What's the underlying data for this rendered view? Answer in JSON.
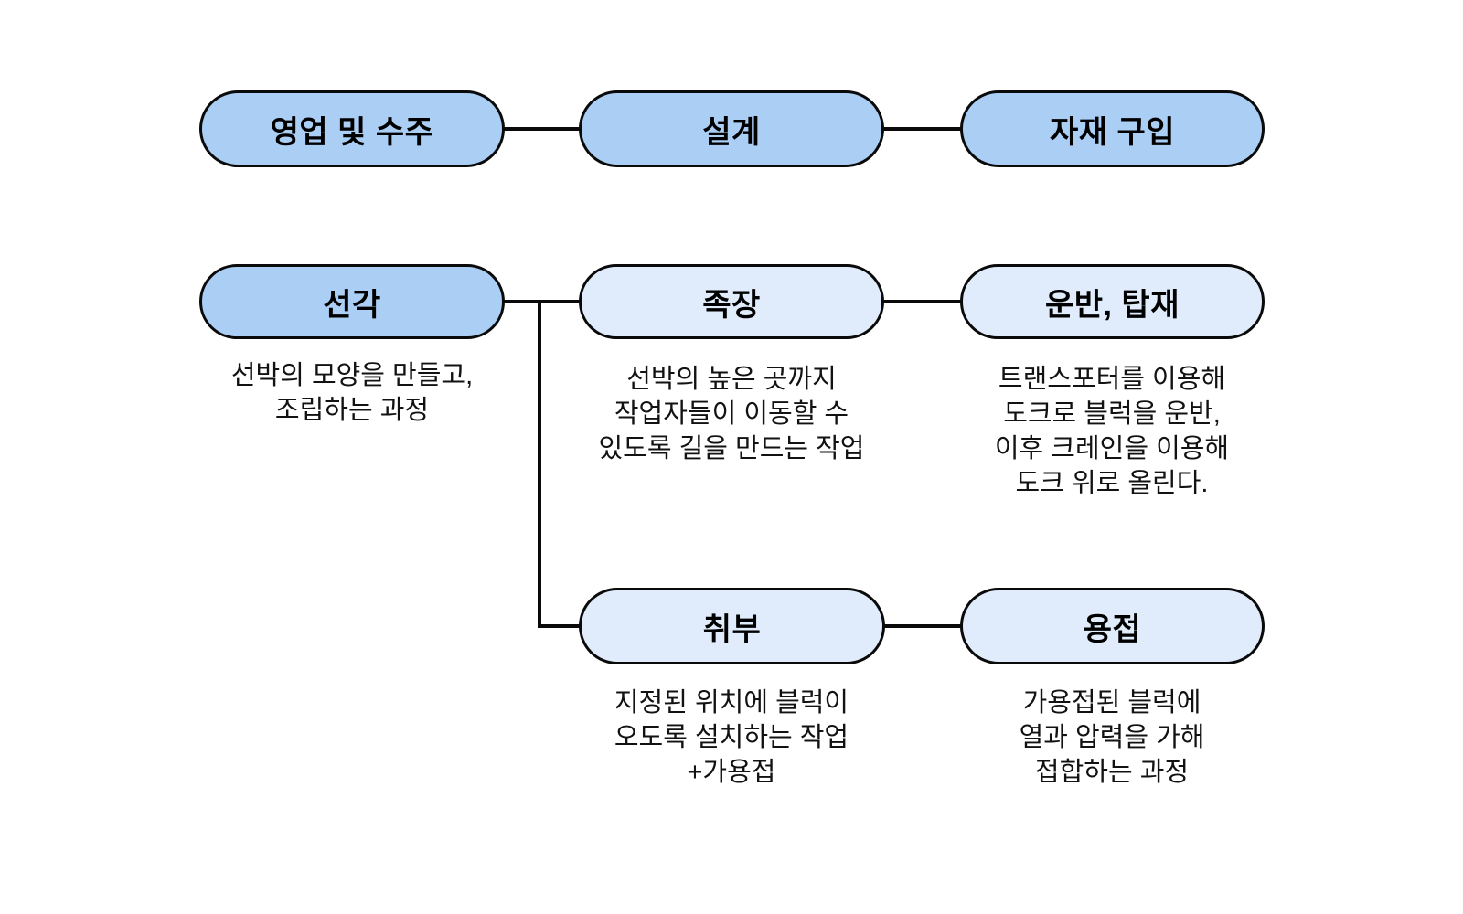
{
  "colors": {
    "background": "#ffffff",
    "node_primary_fill": "#abcef5",
    "node_secondary_fill": "#e0ecfb",
    "node_border": "#0a0a0a",
    "connector": "#0a0a0a",
    "node_text": "#000000"
  },
  "nodes": {
    "sales": {
      "label": "영업 및 수주"
    },
    "design": {
      "label": "설계"
    },
    "material": {
      "label": "자재 구입"
    },
    "hull": {
      "label": "선각"
    },
    "scaffold": {
      "label": "족장"
    },
    "transport": {
      "label": "운반, 탑재"
    },
    "fitting": {
      "label": "취부"
    },
    "welding": {
      "label": "용접"
    }
  },
  "descriptions": {
    "hull": {
      "lines": [
        "선박의 모양을 만들고,",
        "조립하는 과정"
      ]
    },
    "scaffold": {
      "lines": [
        "선박의 높은 곳까지",
        "작업자들이 이동할 수",
        "있도록 길을 만드는 작업"
      ]
    },
    "transport": {
      "lines": [
        "트랜스포터를 이용해",
        "도크로 블럭을 운반,",
        "이후 크레인을 이용해",
        "도크 위로 올린다."
      ]
    },
    "fitting": {
      "lines": [
        "지정된 위치에 블럭이",
        "오도록 설치하는 작업",
        "+가용접"
      ]
    },
    "welding": {
      "lines": [
        "가용접된 블럭에",
        "열과 압력을 가해",
        "접합하는 과정"
      ]
    }
  }
}
